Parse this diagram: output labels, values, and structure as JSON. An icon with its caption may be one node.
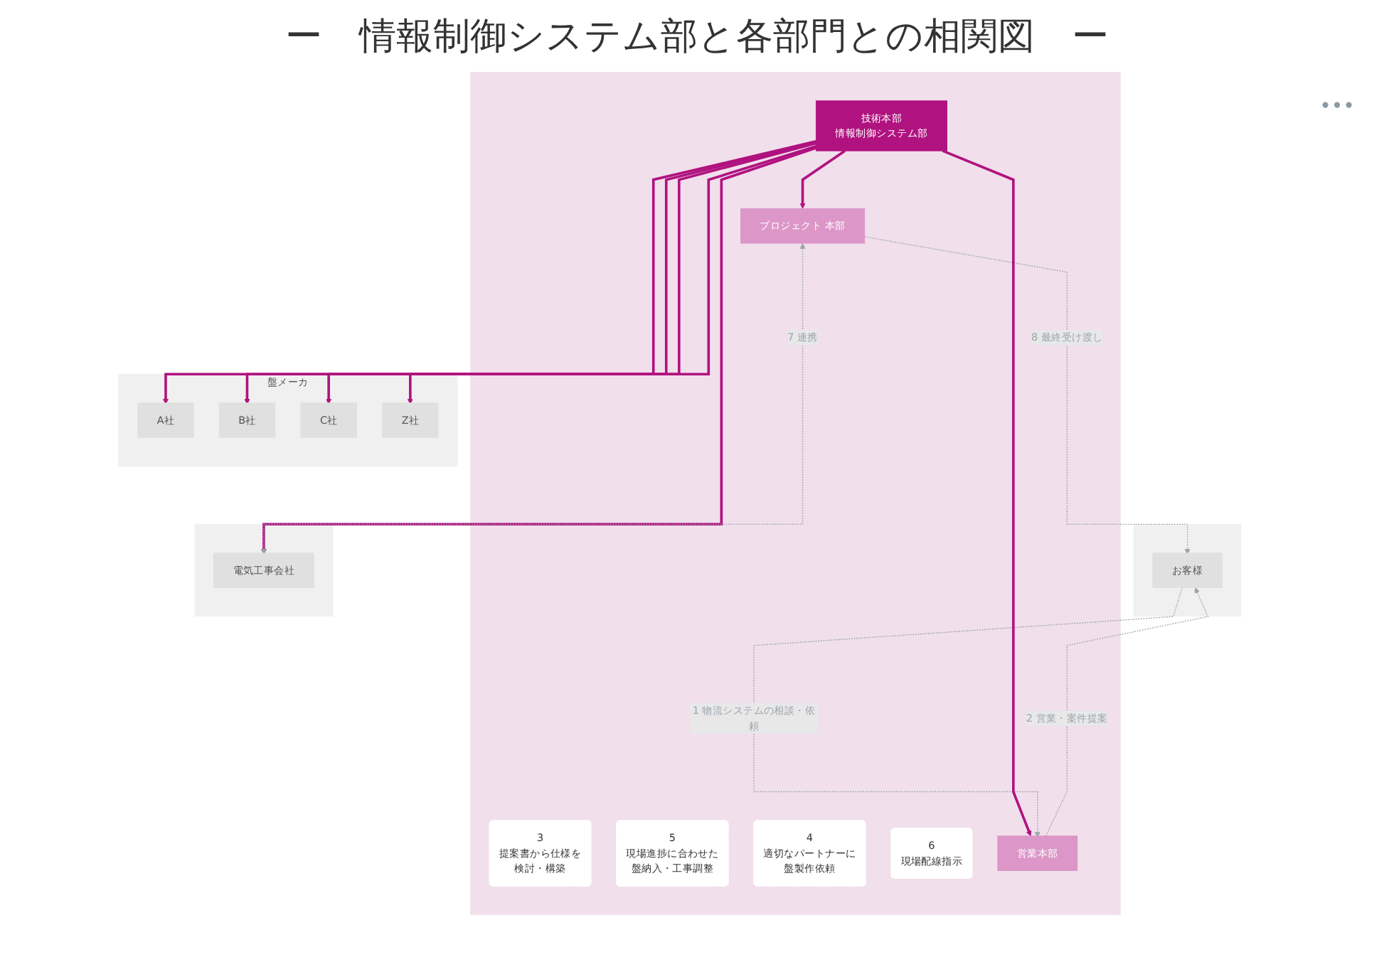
{
  "diagram": {
    "title": "ー　情報制御システム部と各部門との相関図　ー",
    "nodes": [
      {
        "text": [],
        "shape": "box"
      },
      {
        "text": [
          "お客様"
        ],
        "in": 0
      },
      {
        "text": [],
        "shape": "box"
      },
      {
        "text": [
          "営業本部"
        ],
        "in": 2
      },
      {
        "text": [
          "3",
          "提案書から仕様を",
          "検討・構築"
        ],
        "in": 2
      },
      {
        "text": [
          "技術本部",
          "情報制御システム部"
        ],
        "in": 2
      },
      {
        "text": [
          "5",
          "現場進捗に合わせた",
          "盤納入・工事調整"
        ],
        "in": 2
      },
      {
        "text": [
          "プロジェクト 本部"
        ],
        "in": 2
      },
      {
        "text": [
          "4",
          "適切なパートナーに",
          "盤製作依頼"
        ],
        "in": 2
      },
      {
        "text": [
          "6",
          "現場配線指示"
        ],
        "in": 2
      },
      {
        "text": [
          "盤メーカ"
        ]
      },
      {
        "text": [
          "A社"
        ],
        "in": 10
      },
      {
        "text": [
          "B社"
        ],
        "in": 10
      },
      {
        "text": [
          "C社"
        ],
        "in": 10
      },
      {
        "text": [
          "Z社"
        ],
        "in": 10
      },
      {
        "text": [],
        "shape": "box"
      },
      {
        "text": [
          "電気工事会社"
        ],
        "in": 15
      }
    ],
    "edges": [
      {
        "from": 1,
        "to": 3,
        "arrow": "to",
        "label": "1 物流システムの相談・依頼",
        "style": "dashed",
        "color": "#9aa4ab"
      },
      {
        "from": 3,
        "to": 1,
        "arrow": "to",
        "label": "2 営業・案件提案",
        "style": "dashed",
        "color": "#9aa4ab"
      },
      {
        "from": 7,
        "to": 1,
        "arrow": "to",
        "label": "8 最終受け渡し",
        "style": "dashed",
        "color": "#9aa4ab"
      },
      {
        "from": 5,
        "to": 3,
        "arrow": "to"
      },
      {
        "from": 5,
        "to": 7,
        "arrow": "to"
      },
      {
        "from": 5,
        "to": 11,
        "arrow": "to"
      },
      {
        "from": 5,
        "to": 12,
        "arrow": "to"
      },
      {
        "from": 5,
        "to": 13,
        "arrow": "to"
      },
      {
        "from": 5,
        "to": 14,
        "arrow": "to"
      },
      {
        "from": 5,
        "to": 16,
        "arrow": "to"
      },
      {
        "from": 7,
        "to": 16,
        "arrow": "both",
        "label": "7 連携",
        "style": "dashed",
        "color": "#9aa4ab"
      }
    ],
    "labels": [
      "•••"
    ]
  }
}
